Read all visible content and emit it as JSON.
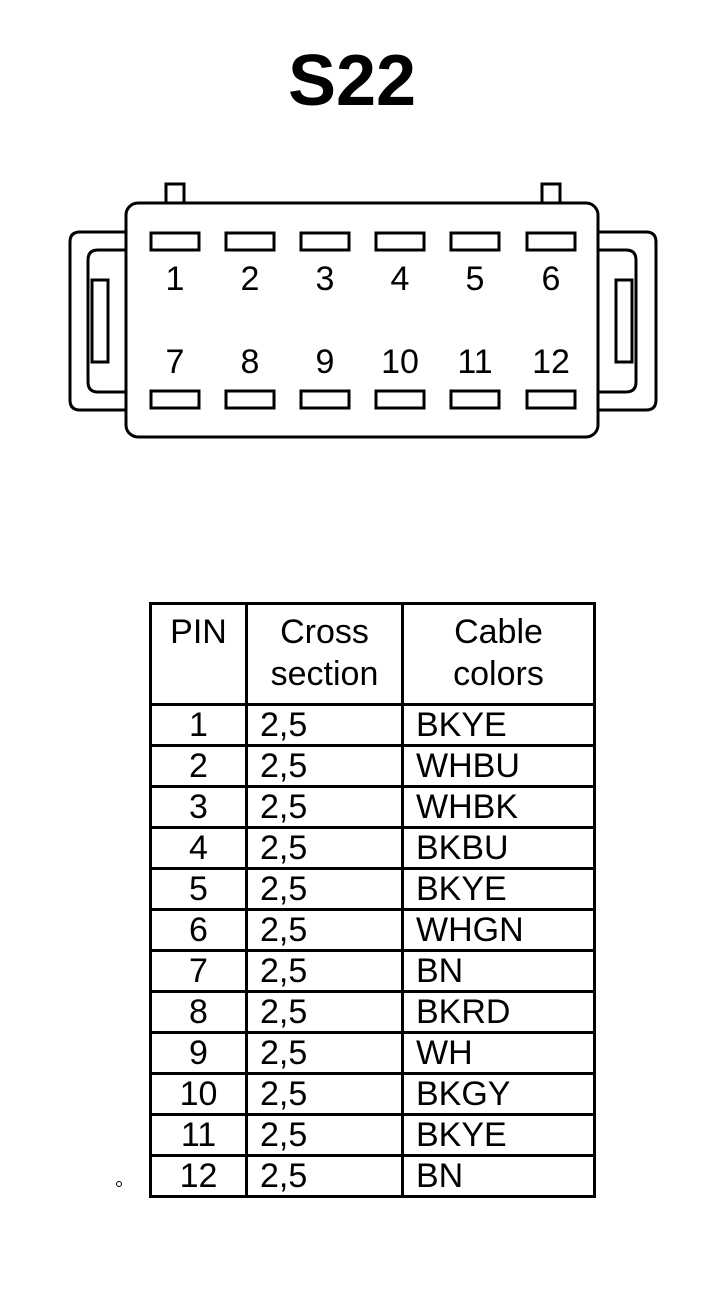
{
  "title": "S22",
  "connector": {
    "pins_top": [
      "1",
      "2",
      "3",
      "4",
      "5",
      "6"
    ],
    "pins_bottom": [
      "7",
      "8",
      "9",
      "10",
      "11",
      "12"
    ]
  },
  "table": {
    "headers": {
      "pin": "PIN",
      "cross_section": [
        "Cross",
        "section"
      ],
      "cable_colors": [
        "Cable",
        "colors"
      ]
    },
    "rows": [
      {
        "pin": "1",
        "cross_section": "2,5",
        "cable_color": "BKYE"
      },
      {
        "pin": "2",
        "cross_section": "2,5",
        "cable_color": "WHBU"
      },
      {
        "pin": "3",
        "cross_section": "2,5",
        "cable_color": "WHBK"
      },
      {
        "pin": "4",
        "cross_section": "2,5",
        "cable_color": "BKBU"
      },
      {
        "pin": "5",
        "cross_section": "2,5",
        "cable_color": "BKYE"
      },
      {
        "pin": "6",
        "cross_section": "2,5",
        "cable_color": "WHGN"
      },
      {
        "pin": "7",
        "cross_section": "2,5",
        "cable_color": "BN"
      },
      {
        "pin": "8",
        "cross_section": "2,5",
        "cable_color": "BKRD"
      },
      {
        "pin": "9",
        "cross_section": "2,5",
        "cable_color": "WH"
      },
      {
        "pin": "10",
        "cross_section": "2,5",
        "cable_color": "BKGY"
      },
      {
        "pin": "11",
        "cross_section": "2,5",
        "cable_color": "BKYE"
      },
      {
        "pin": "12",
        "cross_section": "2,5",
        "cable_color": "BN"
      }
    ]
  }
}
